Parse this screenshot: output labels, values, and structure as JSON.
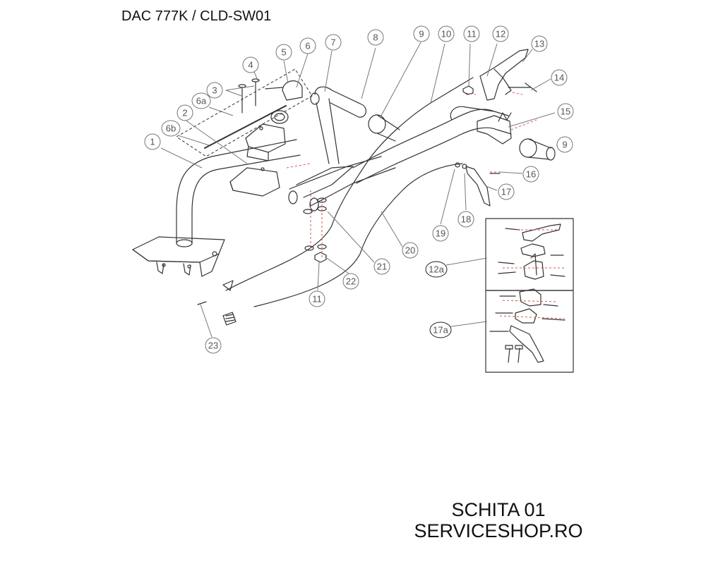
{
  "header": {
    "title": "DAC 777K / CLD-SW01"
  },
  "footer": {
    "line1": "SCHITA 01",
    "line2": "SERVICESHOP.RO"
  },
  "callouts": [
    "1",
    "2",
    "3",
    "4",
    "5",
    "6",
    "6a",
    "6b",
    "7",
    "8",
    "9",
    "10",
    "11",
    "12",
    "13",
    "14",
    "15",
    "9",
    "16",
    "17",
    "18",
    "19",
    "20",
    "21",
    "22",
    "11",
    "23",
    "12a",
    "17a"
  ],
  "colors": {
    "line": "#333333",
    "callout": "#777777",
    "dashed": "#d9534f"
  }
}
